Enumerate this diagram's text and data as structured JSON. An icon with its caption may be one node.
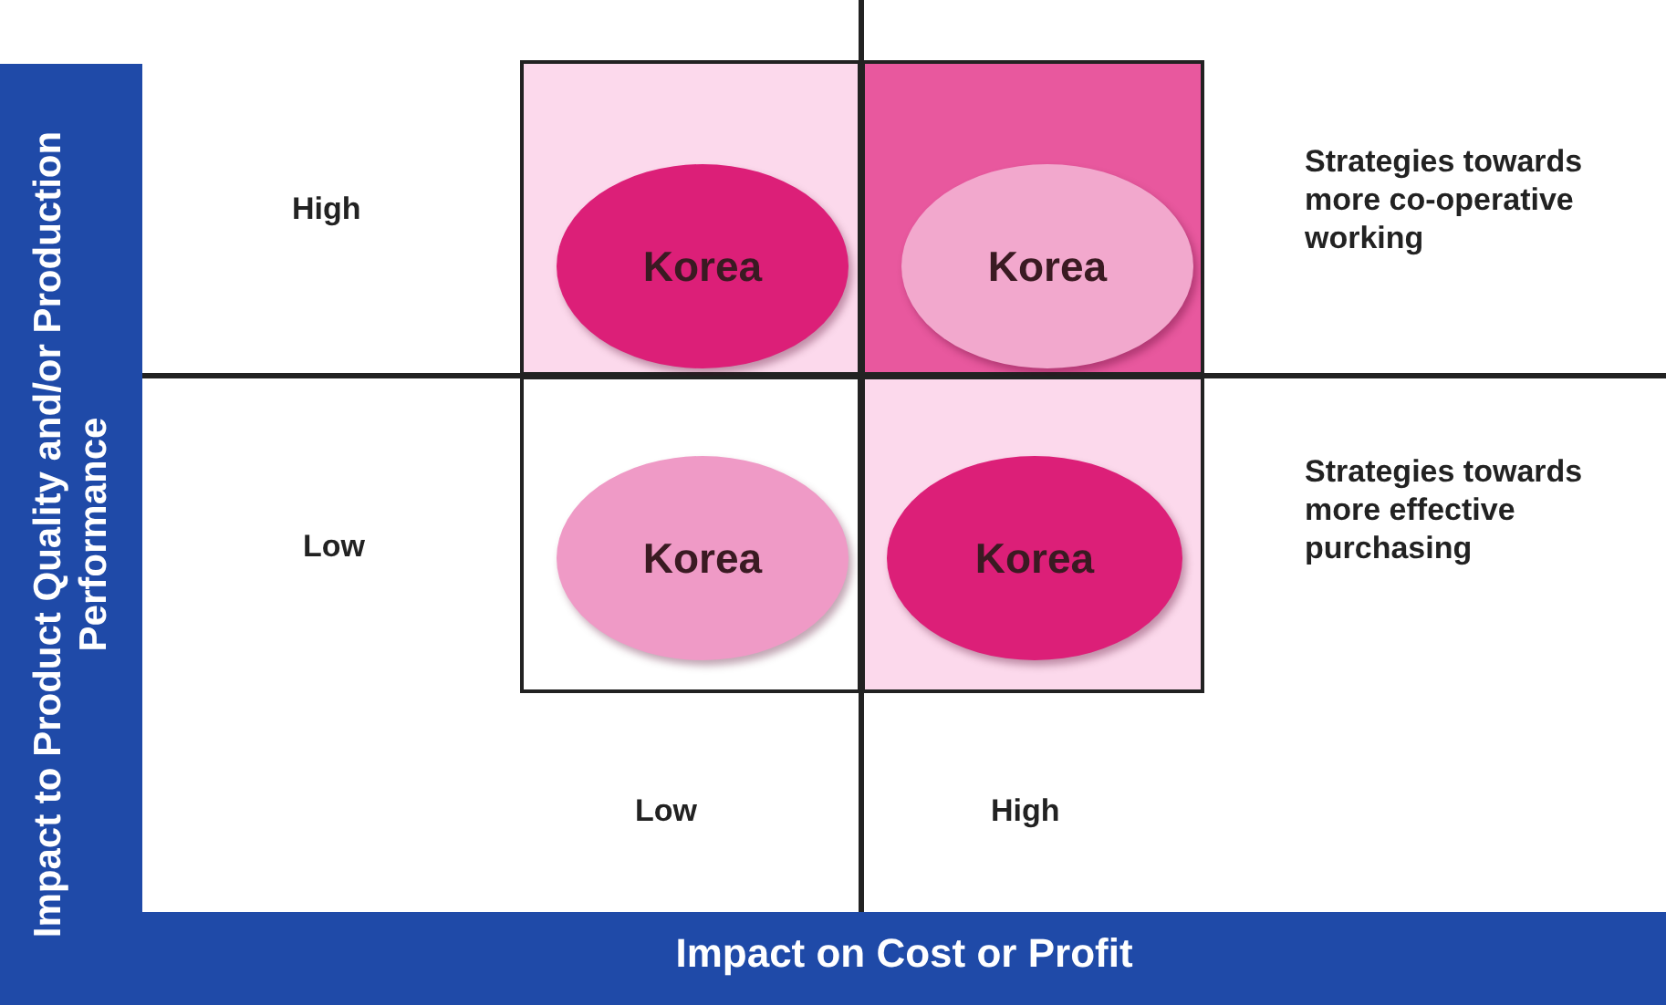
{
  "diagram": {
    "nodes": [
      {
        "text": [],
        "shape": "box"
      },
      {
        "text": [
          "Korea"
        ],
        "in": 0
      },
      {
        "text": [],
        "shape": "box"
      },
      {
        "text": [
          "Korea"
        ],
        "in": 2
      },
      {
        "text": [],
        "shape": "box"
      },
      {
        "text": [
          "Korea"
        ],
        "in": 4
      },
      {
        "text": [],
        "shape": "box"
      },
      {
        "text": [
          "Korea"
        ],
        "in": 6
      }
    ],
    "labels": [
      "Impact to Product Quality and/or Production Performance",
      "High",
      "Strategies towards more co-operative working",
      "Low",
      "Strategies towards more effective purchasing",
      "Low",
      "High",
      "Impact on Cost or Profit"
    ]
  }
}
